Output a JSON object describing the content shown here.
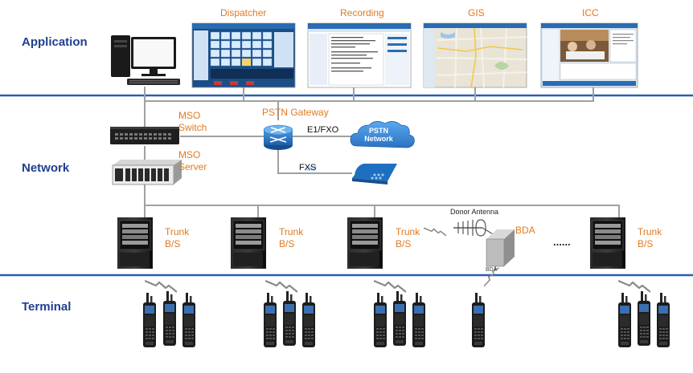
{
  "layers": {
    "application": "Application",
    "network": "Network",
    "terminal": "Terminal"
  },
  "apps": {
    "dispatcher": "Dispatcher",
    "recording": "Recording",
    "gis": "GIS",
    "icc": "ICC"
  },
  "network": {
    "mso_switch": [
      "MSO",
      "Switch"
    ],
    "mso_server": [
      "MSO",
      "Server"
    ],
    "pstn_gateway": "PSTN Gateway",
    "e1_fxo": "E1/FXO",
    "pstn_network": [
      "PSTN",
      "Network"
    ],
    "fxs": "FXS"
  },
  "radio": {
    "trunk_bs": [
      "Trunk",
      "B/S"
    ],
    "donor_antenna": "Donor Antenna",
    "bda": "BDA",
    "bda_small": "BDA",
    "ellipsis": "......"
  },
  "colors": {
    "layer_title": "#1f3f8f",
    "divider": "#2a5db0",
    "orange_label": "#e07a1f",
    "cabinet": "#1e1e1e",
    "connector_line": "#a0a0a0",
    "cloud": "#2f7fd2"
  },
  "icons": {
    "pc": "desktop-computer-icon",
    "router": "router-icon",
    "cloud": "cloud-icon",
    "phone": "desk-phone-icon",
    "radio": "handheld-radio-icon",
    "cabinet": "base-station-cabinet-icon"
  }
}
